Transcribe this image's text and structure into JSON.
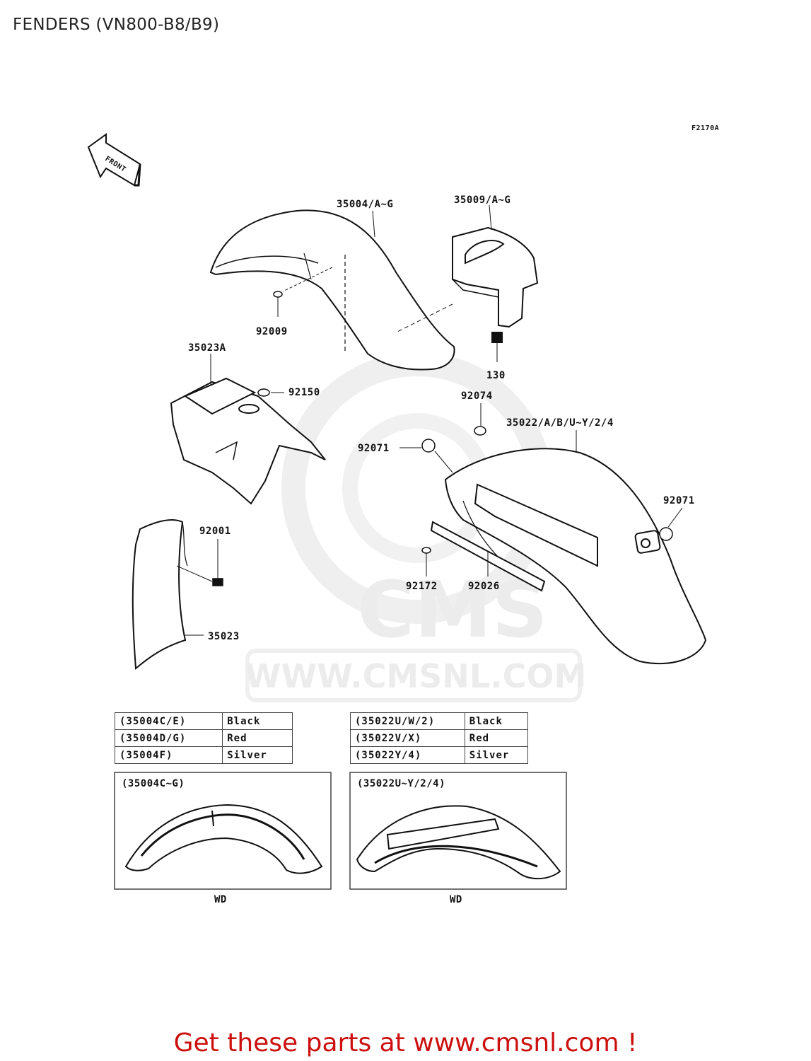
{
  "title": "FENDERS (VN800-B8/B9)",
  "figure_code": "F2170A",
  "front_label": "FRONT",
  "parts": {
    "front_fender": "35004/A~G",
    "rear_cover": "35009/A~G",
    "bolt_top": "92009",
    "bolt_130": "130",
    "flap_bracket": "35023A",
    "grommet": "92150",
    "washer_top": "92074",
    "rear_fender": "35022/A/B/U~Y/2/4",
    "washer_left": "92071",
    "washer_right": "92071",
    "bolt_flap": "92001",
    "bolt_bottom": "92172",
    "strip": "92026",
    "flap": "35023"
  },
  "watermark": {
    "brand": "CMS",
    "url": "WWW.CMSNL.COM"
  },
  "color_table_left": [
    {
      "part": "(35004C/E)",
      "color": "Black"
    },
    {
      "part": "(35004D/G)",
      "color": "Red"
    },
    {
      "part": "(35004F)",
      "color": "Silver"
    }
  ],
  "color_table_right": [
    {
      "part": "(35022U/W/2)",
      "color": "Black"
    },
    {
      "part": "(35022V/X)",
      "color": "Red"
    },
    {
      "part": "(35022Y/4)",
      "color": "Silver"
    }
  ],
  "detail_left": {
    "label": "(35004C~G)",
    "caption": "WD"
  },
  "detail_right": {
    "label": "(35022U~Y/2/4)",
    "caption": "WD"
  },
  "cta": "Get these parts at www.cmsnl.com !",
  "colors": {
    "cta": "#cc1010",
    "line": "#111111",
    "watermark": "#ececec"
  }
}
